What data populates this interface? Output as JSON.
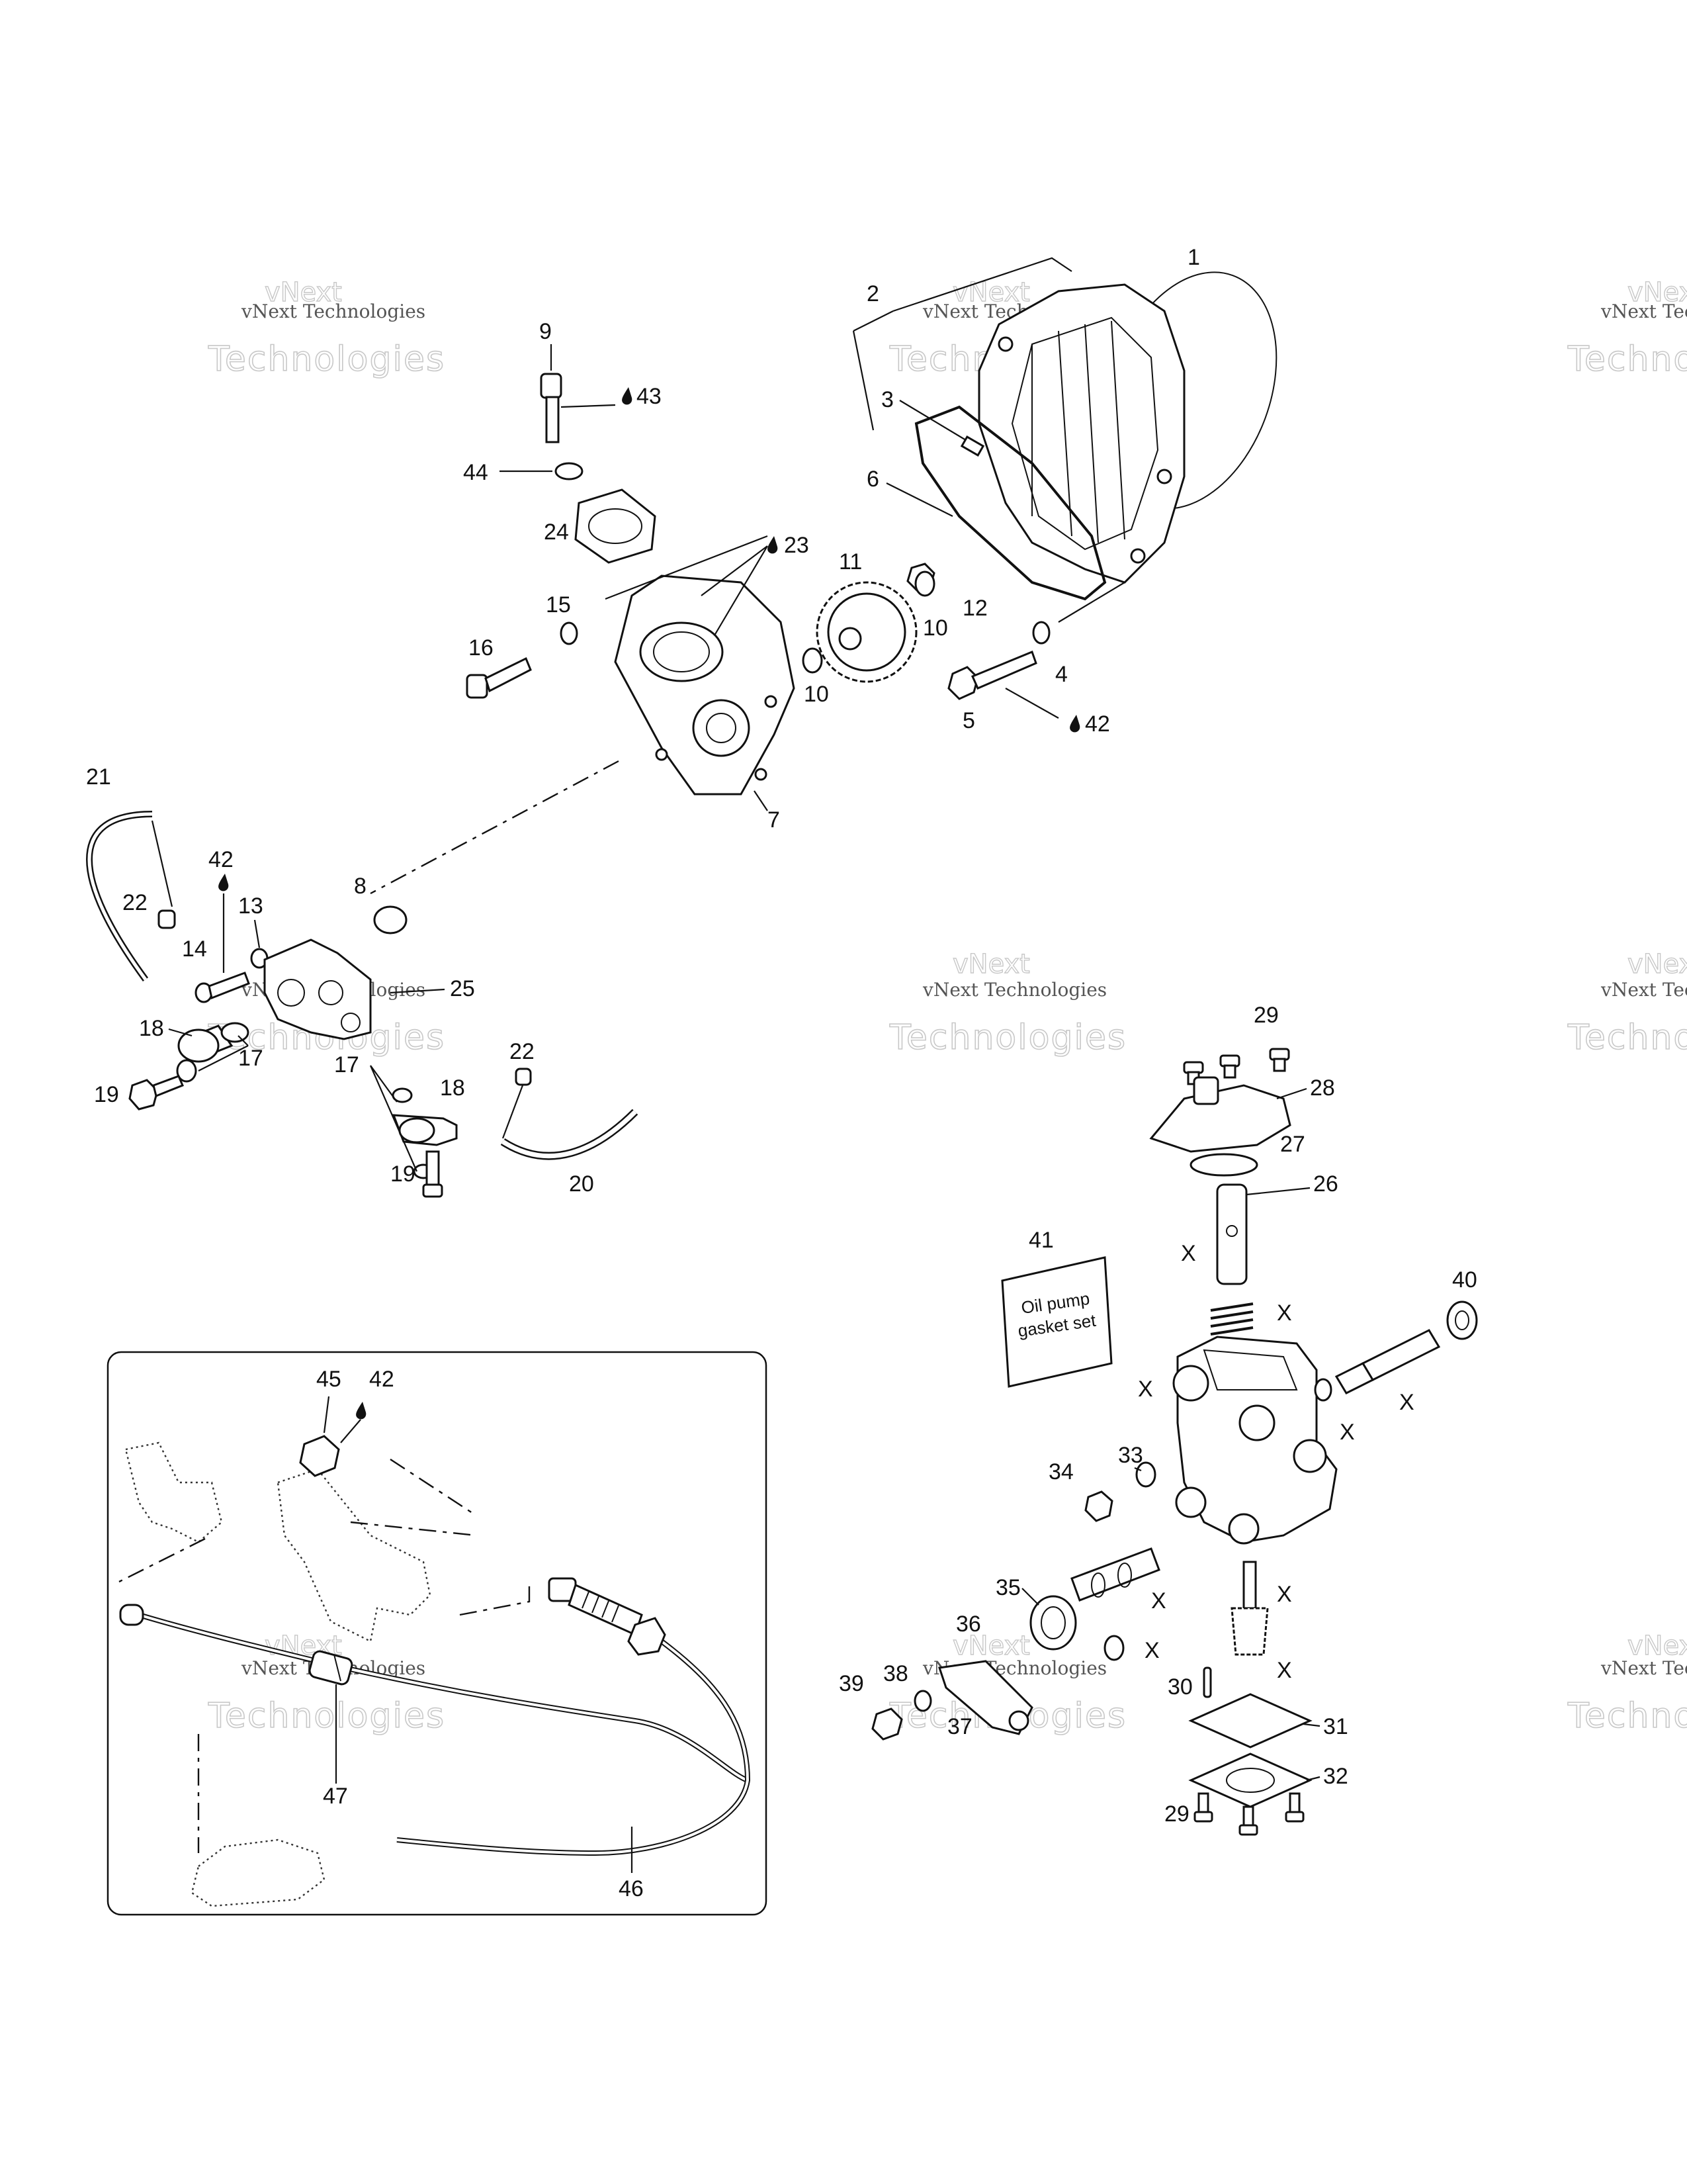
{
  "watermark": {
    "line1": "vNext Technologies",
    "line2": "Technologies",
    "line3": "vNext"
  },
  "packet": {
    "line1": "Oil pump",
    "line2": "gasket set"
  },
  "marks": {
    "x": "X"
  },
  "parts": {
    "p1": "1",
    "p2": "2",
    "p3": "3",
    "p4": "4",
    "p5": "5",
    "p6": "6",
    "p7": "7",
    "p8": "8",
    "p9": "9",
    "p10a": "10",
    "p10b": "10",
    "p11": "11",
    "p12": "12",
    "p13": "13",
    "p14": "14",
    "p15": "15",
    "p16": "16",
    "p17a": "17",
    "p17b": "17",
    "p18a": "18",
    "p18b": "18",
    "p19a": "19",
    "p19b": "19",
    "p20": "20",
    "p21": "21",
    "p22a": "22",
    "p22b": "22",
    "p23": "23",
    "p24": "24",
    "p25": "25",
    "p26": "26",
    "p27": "27",
    "p28": "28",
    "p29a": "29",
    "p29b": "29",
    "p30": "30",
    "p31": "31",
    "p32": "32",
    "p33": "33",
    "p34": "34",
    "p35": "35",
    "p36": "36",
    "p37": "37",
    "p38": "38",
    "p39": "39",
    "p40": "40",
    "p41": "41",
    "p42a": "42",
    "p42b": "42",
    "p42c": "42",
    "p43": "43",
    "p44": "44",
    "p45": "45",
    "p46": "46",
    "p47": "47"
  }
}
